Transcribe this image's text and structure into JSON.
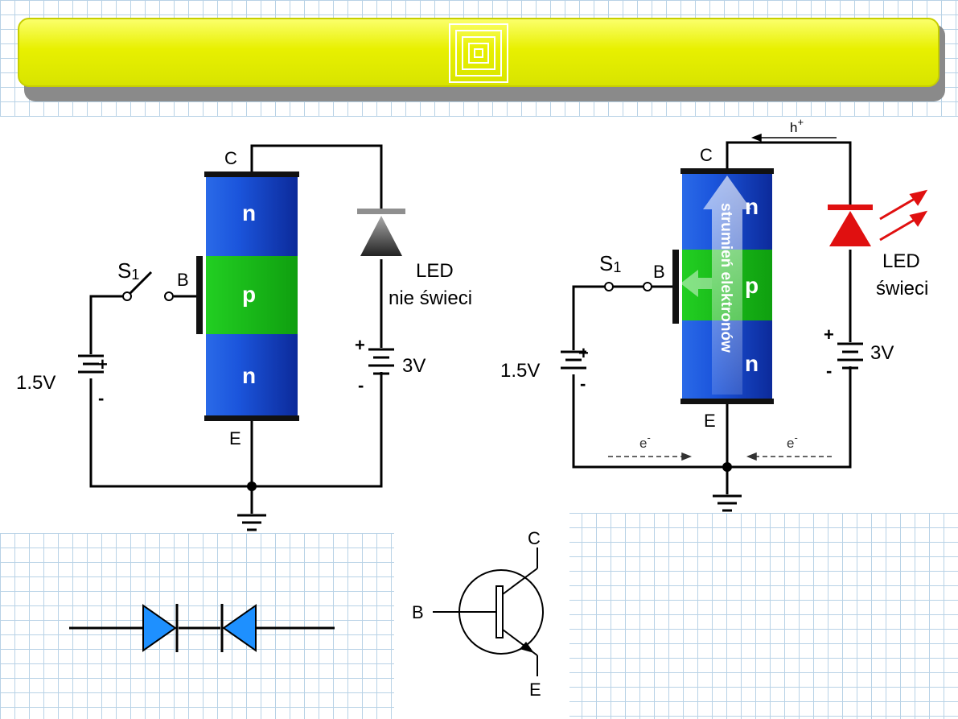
{
  "left_circuit": {
    "collector_label": "C",
    "base_label": "B",
    "emitter_label": "E",
    "layer_top": "n",
    "layer_mid": "p",
    "layer_bottom": "n",
    "switch_label": "S",
    "switch_sub": "1",
    "battery_left_label": "1.5V",
    "battery_right_label": "3V",
    "plus": "+",
    "minus": "-",
    "led_line1": "LED",
    "led_line2": "nie świeci"
  },
  "right_circuit": {
    "collector_label": "C",
    "base_label": "B",
    "emitter_label": "E",
    "layer_top": "n",
    "layer_mid": "p",
    "layer_bottom": "n",
    "switch_label": "S",
    "switch_sub": "1",
    "battery_left_label": "1.5V",
    "battery_right_label": "3V",
    "plus": "+",
    "minus": "-",
    "led_line1": "LED",
    "led_line2": "świeci",
    "flow_text": "strumień elektronów",
    "hole_label": "h",
    "hole_sup": "+",
    "electron_label": "e",
    "electron_sup": "-"
  },
  "symbol": {
    "collector": "C",
    "base": "B",
    "emitter": "E"
  },
  "colors": {
    "banner": "#e8f000",
    "n_layer": "#1f49d8",
    "p_layer": "#17c217",
    "led_on": "#e01010",
    "diode_fill": "#1e90ff"
  }
}
